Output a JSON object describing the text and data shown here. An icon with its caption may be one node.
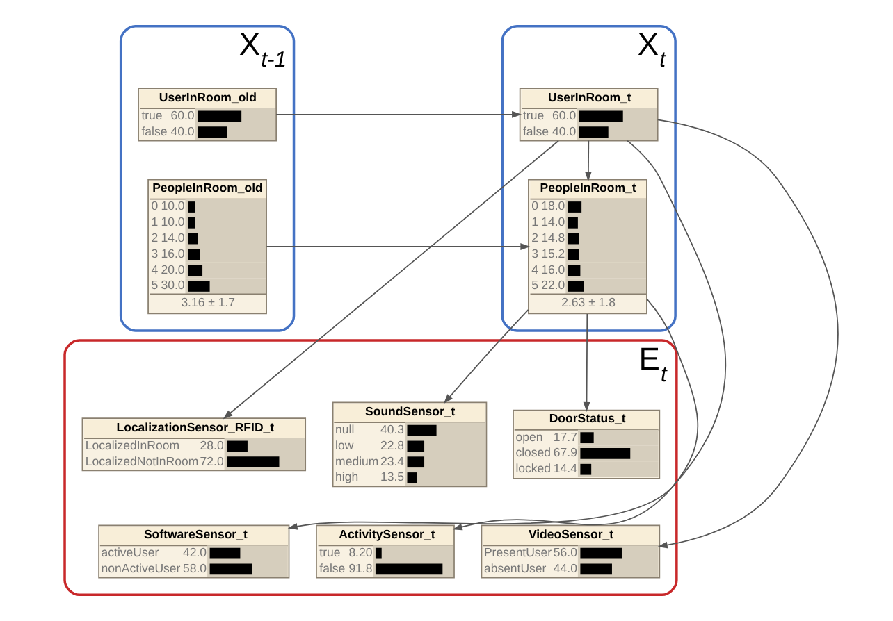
{
  "diagram": {
    "nodes": [
      {
        "text": [
          "X$_{t-1}$"
        ]
      },
      {
        "text": [
          "UserInRoom_old",
          "true",
          "60.0",
          "false",
          "40.0"
        ],
        "in": 0
      },
      {
        "text": [
          "PeopleInRoom_old",
          "0",
          "10.0",
          "1",
          "10.0",
          "2",
          "14.0",
          "3",
          "16.0",
          "4",
          "20.0",
          "5",
          "30.0",
          "3.16 ± 1.7"
        ],
        "in": 0
      },
      {
        "text": [
          "X$_{t}$"
        ]
      },
      {
        "text": [
          "UserInRoom_t",
          "true",
          "60.0",
          "false",
          "40.0"
        ],
        "in": 3
      },
      {
        "text": [
          "PeopleInRoom_t",
          "0",
          "18.0",
          "1",
          "14.0",
          "2",
          "14.8",
          "3",
          "15.2",
          "4",
          "16.0",
          "5",
          "22.0",
          "2.63 ± 1.8"
        ],
        "in": 3
      },
      {
        "text": [
          "E$_{t}$"
        ]
      },
      {
        "text": [
          "SoundSensor_t",
          "null",
          "40.3",
          "low",
          "22.8",
          "medium",
          "23.4",
          "high",
          "13.5"
        ],
        "in": 6
      },
      {
        "text": [
          "DoorStatus_t",
          "open",
          "17.7",
          "closed",
          "67.9",
          "locked",
          "14.4"
        ],
        "in": 6
      },
      {
        "text": [
          "LocalizationSensor_RFID_t",
          "LocalizedInRoom",
          "28.0",
          "LocalizedNotInRoom",
          "72.0"
        ],
        "in": 6
      },
      {
        "text": [
          "ActivitySensor_t",
          "true",
          "8.20",
          "false",
          "91.8"
        ],
        "in": 6
      },
      {
        "text": [
          "VideoSensor_t",
          "PresentUser",
          "56.0",
          "absentUser",
          "44.0"
        ],
        "in": 6
      },
      {
        "text": [
          "SoftwareSensor_t",
          "activeUser",
          "42.0",
          "nonActiveUser",
          "58.0"
        ],
        "in": 6
      }
    ],
    "edges": [
      {
        "from": 1,
        "to": 4,
        "arrow": "to"
      },
      {
        "from": 2,
        "to": 5,
        "arrow": "to"
      },
      {
        "from": 4,
        "to": 5,
        "arrow": "to"
      },
      {
        "from": 5,
        "to": 7,
        "arrow": "to"
      },
      {
        "from": 5,
        "to": 10,
        "arrow": "to"
      },
      {
        "from": 5,
        "to": 8,
        "arrow": "to"
      },
      {
        "from": 4,
        "to": 11,
        "arrow": "to"
      },
      {
        "from": 4,
        "to": 9,
        "arrow": "to"
      },
      {
        "from": 4,
        "to": 12,
        "arrow": "to"
      }
    ]
  }
}
